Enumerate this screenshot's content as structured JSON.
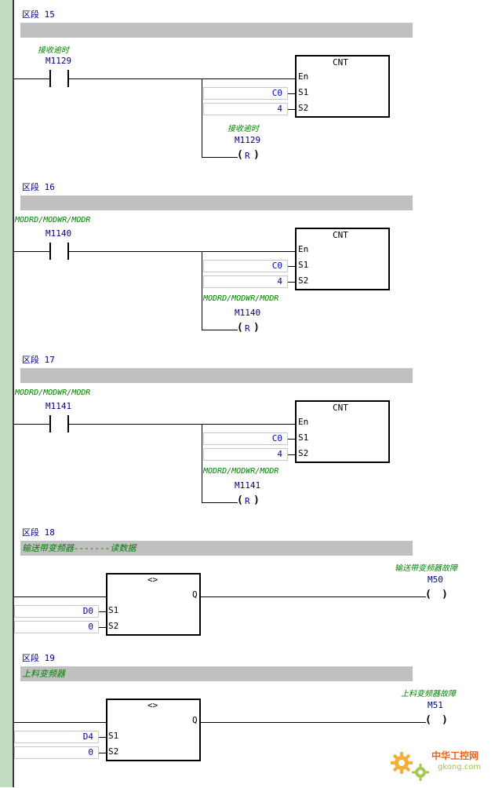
{
  "segments": [
    {
      "title": "区段 15",
      "comment": "",
      "contact_note": "接收逾时",
      "contact_addr": "M1129",
      "block": "CNT",
      "pins": [
        "En",
        "S1",
        "S2"
      ],
      "s1": "C0",
      "s2": "4",
      "coil_note": "接收逾时",
      "coil_addr": "M1129",
      "coil_type": "R"
    },
    {
      "title": "区段 16",
      "comment": "",
      "contact_note": "MODRD/MODWR/MODR",
      "contact_addr": "M1140",
      "block": "CNT",
      "pins": [
        "En",
        "S1",
        "S2"
      ],
      "s1": "C0",
      "s2": "4",
      "coil_note": "MODRD/MODWR/MODR",
      "coil_addr": "M1140",
      "coil_type": "R"
    },
    {
      "title": "区段 17",
      "comment": "",
      "contact_note": "MODRD/MODWR/MODR",
      "contact_addr": "M1141",
      "block": "CNT",
      "pins": [
        "En",
        "S1",
        "S2"
      ],
      "s1": "C0",
      "s2": "4",
      "coil_note": "MODRD/MODWR/MODR",
      "coil_addr": "M1141",
      "coil_type": "R"
    },
    {
      "title": "区段 18",
      "comment": "输送带变频器-------读数据",
      "block": "<>",
      "out_pin": "Q",
      "pins": [
        "S1",
        "S2"
      ],
      "s1": "D0",
      "s2": "0",
      "coil_note": "输送带变频器故障",
      "coil_addr": "M50"
    },
    {
      "title": "区段 19",
      "comment": "上料变频器",
      "block": "<>",
      "out_pin": "Q",
      "pins": [
        "S1",
        "S2"
      ],
      "s1": "D4",
      "s2": "0",
      "coil_note": "上料变频器故障",
      "coil_addr": "M51"
    }
  ],
  "watermark": {
    "brand": "中华工控网",
    "domain": "gkong.com"
  },
  "colors": {
    "rail": "#c2dcc2",
    "comment_bar": "#c0c0c0",
    "note": "#008000",
    "addr": "#000080",
    "value": "#0000c0"
  }
}
